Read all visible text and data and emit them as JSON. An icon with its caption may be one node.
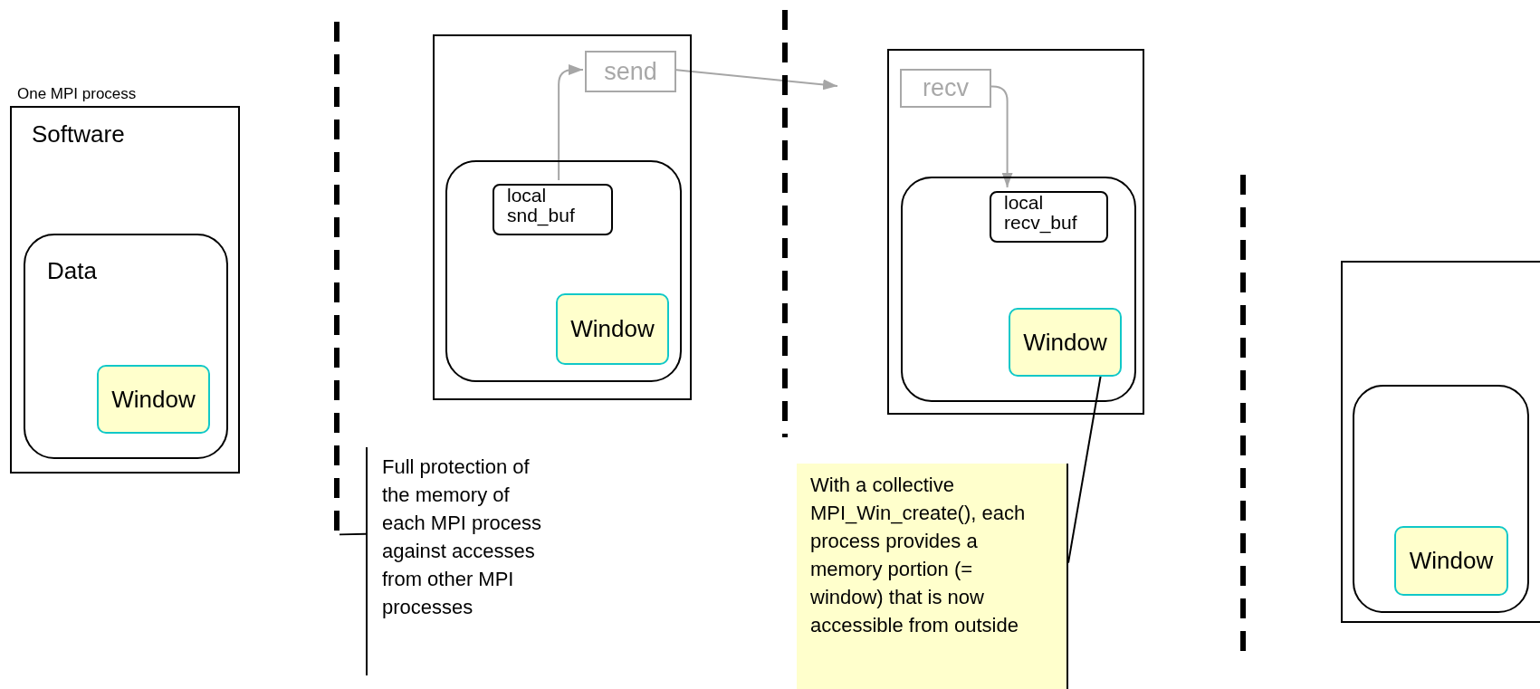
{
  "diagram": {
    "nodes": [
      {
        "text": [
          "One MPI process",
          "Software"
        ]
      },
      {
        "text": [
          "Data"
        ],
        "in": 0
      },
      {
        "text": [
          "Window"
        ],
        "in": 1
      },
      {
        "text": [],
        "shape": "line"
      },
      {
        "text": [],
        "shape": "box"
      },
      {
        "text": [
          "send"
        ],
        "in": 4
      },
      {
        "text": [],
        "shape": "box",
        "in": 4
      },
      {
        "text": [
          "local snd_buf"
        ],
        "in": 6
      },
      {
        "text": [
          "Window"
        ],
        "in": 6
      },
      {
        "text": [],
        "shape": "line"
      },
      {
        "text": [],
        "shape": "box"
      },
      {
        "text": [
          "recv"
        ],
        "in": 10
      },
      {
        "text": [],
        "shape": "box",
        "in": 10
      },
      {
        "text": [
          "local recv_buf"
        ],
        "in": 12
      },
      {
        "text": [
          "Window"
        ],
        "in": 12
      },
      {
        "text": [],
        "shape": "line"
      },
      {
        "text": [],
        "shape": "box"
      },
      {
        "text": [],
        "shape": "box",
        "in": 16
      },
      {
        "text": [
          "Window"
        ],
        "in": 17
      },
      {
        "text": [
          "Full protection of the memory of each MPI process against accesses from other MPI processes"
        ]
      },
      {
        "text": [
          "With a collective MPI_Win_create(), each process provides a memory portion (= window) that is now accessible from outside"
        ]
      }
    ],
    "edges": [
      {
        "from": 7,
        "to": 5,
        "arrow": "to"
      },
      {
        "from": 5,
        "to": null,
        "arrow": "to"
      },
      {
        "from": 11,
        "to": 13,
        "arrow": "to"
      },
      {
        "from": 19,
        "to": 3,
        "arrow": "none",
        "color": "#000000"
      },
      {
        "from": 20,
        "to": 14,
        "arrow": "none",
        "color": "#000000"
      }
    ]
  }
}
